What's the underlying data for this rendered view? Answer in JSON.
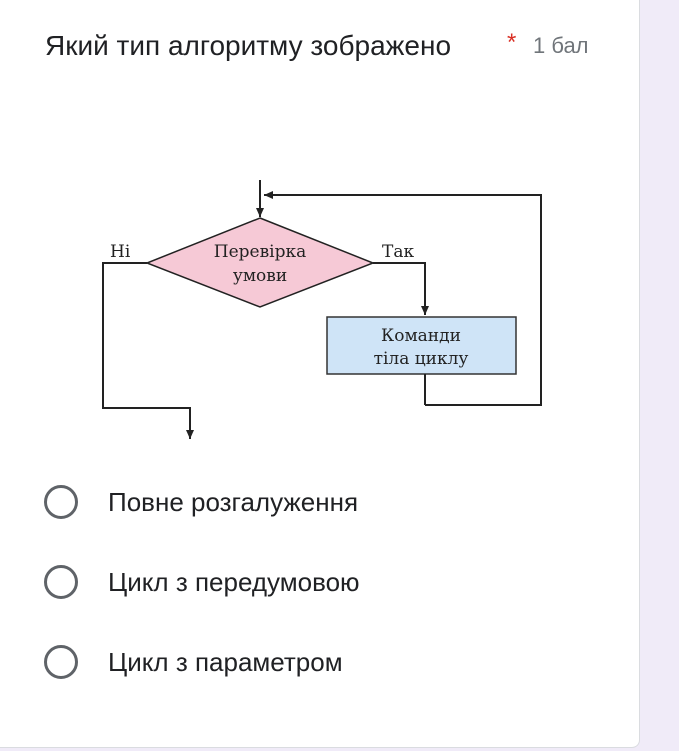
{
  "question": {
    "title": "Який тип алгоритму зображено",
    "required_marker": "*",
    "points": "1 бал"
  },
  "diagram": {
    "decision_line1": "Перевірка",
    "decision_line2": "умови",
    "yes_label": "Так",
    "no_label": "Ні",
    "process_line1": "Команди",
    "process_line2": "тіла циклу",
    "colors": {
      "decision_fill": "#f6c9d6",
      "process_fill": "#cfe4f7"
    }
  },
  "options": [
    {
      "label": "Повне розгалуження"
    },
    {
      "label": "Цикл з передумовою"
    },
    {
      "label": "Цикл з параметром"
    }
  ]
}
